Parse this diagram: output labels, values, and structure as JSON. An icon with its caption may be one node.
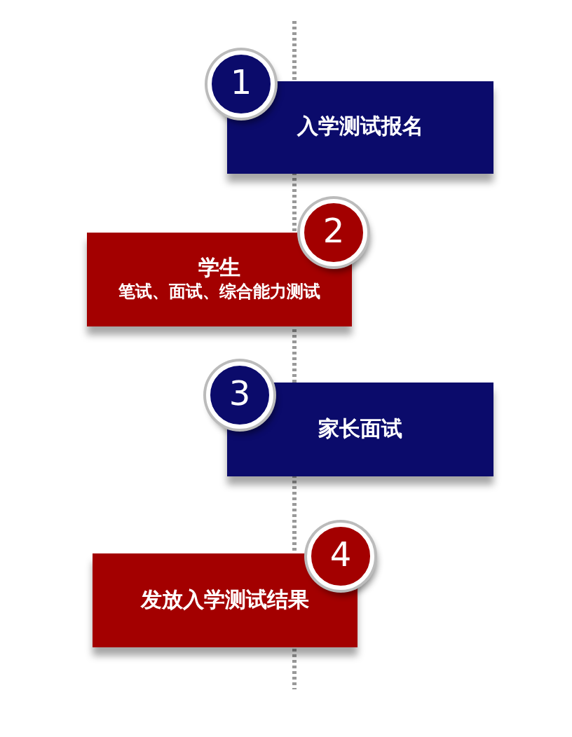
{
  "diagram": {
    "nodes": [
      {
        "text": [
          "1"
        ]
      },
      {
        "text": [
          "入学测试报名"
        ]
      },
      {
        "text": [
          "2"
        ]
      },
      {
        "text": [
          "学生",
          "笔试、面试、综合能力测试"
        ]
      },
      {
        "text": [
          "3"
        ]
      },
      {
        "text": [
          "家长面试"
        ]
      },
      {
        "text": [
          "4"
        ]
      },
      {
        "text": [
          "发放入学测试结果"
        ]
      }
    ]
  }
}
